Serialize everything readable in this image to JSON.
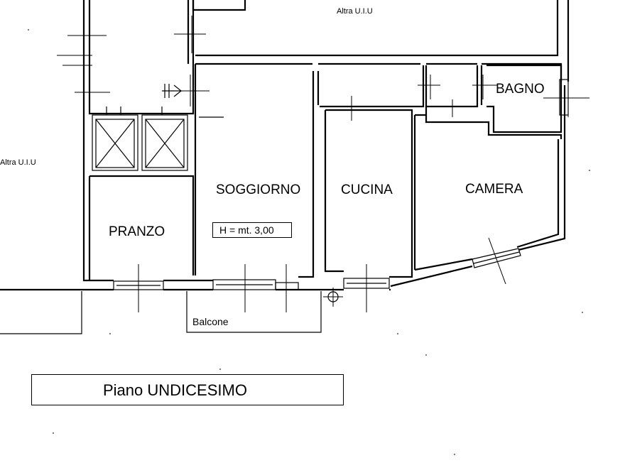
{
  "plan": {
    "other_unit_top": "Altra U.I.U",
    "other_unit_left": "Altra U.I.U",
    "rooms": {
      "bagno": "BAGNO",
      "soggiorno": "SOGGIORNO",
      "cucina": "CUCINA",
      "camera": "CAMERA",
      "pranzo": "PRANZO"
    },
    "height_note": "H = mt. 3,00",
    "balcony": "Balcone",
    "floor_title": "Piano UNDICESIMO"
  }
}
